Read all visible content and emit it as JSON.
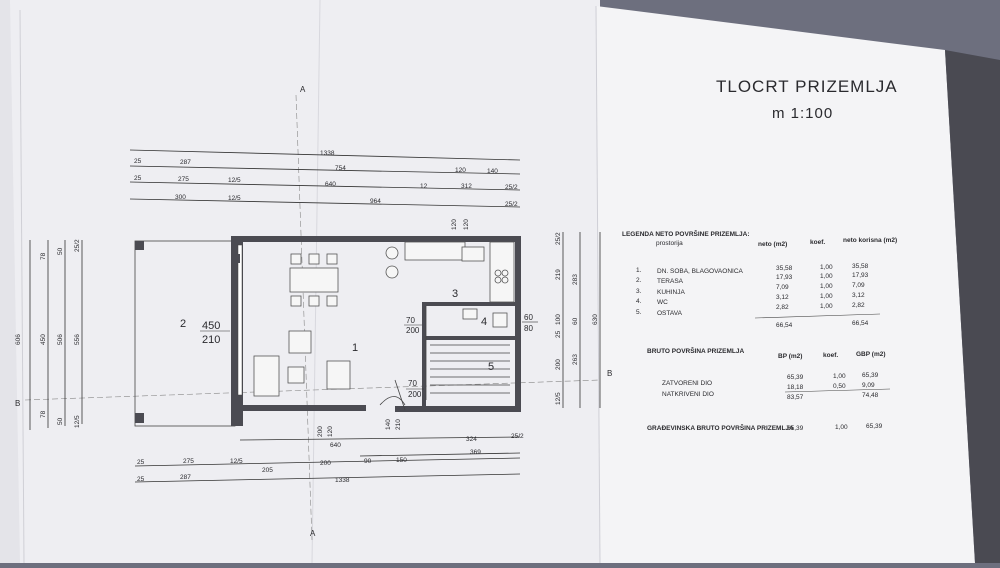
{
  "drawing": {
    "title": "TLOCRT PRIZEMLJA",
    "scale": "m 1:100",
    "section_marks": {
      "a_top": "A",
      "a_bottom": "A",
      "b_left": "B",
      "b_right": "B"
    },
    "top_dims": {
      "row1": [
        "1338"
      ],
      "row2": [
        "25",
        "287",
        "754",
        "120",
        "140"
      ],
      "row3": [
        "25",
        "275",
        "12/5",
        "640",
        "12",
        "312",
        "25/2"
      ],
      "row4": [
        "300",
        "12/5",
        "964",
        "25/2"
      ],
      "right_top": [
        "120",
        "120"
      ]
    },
    "bottom_dims": {
      "row1": [
        "640",
        "324",
        "25/2"
      ],
      "row2": [
        "369"
      ],
      "row3": [
        "25",
        "275",
        "12/5",
        "205",
        "200",
        "90",
        "150"
      ],
      "row4": [
        "25",
        "287",
        "1338"
      ],
      "door_labels": [
        "200",
        "120",
        "140",
        "210"
      ]
    },
    "left_dims": [
      "606",
      "450",
      "506",
      "556",
      "78",
      "50",
      "25/2",
      "78",
      "50",
      "12/5"
    ],
    "right_dims": [
      "25/2",
      "219",
      "283",
      "630",
      "25",
      "100",
      "60",
      "200",
      "263",
      "12/5"
    ],
    "rooms": [
      {
        "num": "1",
        "dims": []
      },
      {
        "num": "2",
        "dims": [
          "450",
          "210"
        ]
      },
      {
        "num": "3",
        "dims": []
      },
      {
        "num": "4",
        "dims": [
          "60",
          "80"
        ]
      },
      {
        "num": "5",
        "dims": []
      }
    ],
    "openings": [
      {
        "label": "70",
        "sub": "200"
      },
      {
        "label": "70",
        "sub": "200"
      }
    ]
  },
  "legend_neto": {
    "title": "LEGENDA NETO POVRŠINE PRIZEMLJA:",
    "headers": [
      "prostorija",
      "neto (m2)",
      "koef.",
      "neto korisna (m2)"
    ],
    "rows": [
      {
        "no": "1.",
        "name": "DN. SOBA, BLAGOVAONICA",
        "neto": "35,58",
        "koef": "1,00",
        "korisna": "35,58"
      },
      {
        "no": "2.",
        "name": "TERASA",
        "neto": "17,93",
        "koef": "1,00",
        "korisna": "17,93"
      },
      {
        "no": "3.",
        "name": "KUHINJA",
        "neto": "7,09",
        "koef": "1,00",
        "korisna": "7,09"
      },
      {
        "no": "4.",
        "name": "WC",
        "neto": "3,12",
        "koef": "1,00",
        "korisna": "3,12"
      },
      {
        "no": "5.",
        "name": "OSTAVA",
        "neto": "2,82",
        "koef": "1,00",
        "korisna": "2,82"
      }
    ],
    "totals": {
      "neto": "66,54",
      "korisna": "66,54"
    }
  },
  "legend_bruto": {
    "title": "BRUTO POVRŠINA PRIZEMLJA",
    "headers": [
      "BP (m2)",
      "koef.",
      "GBP (m2)"
    ],
    "rows": [
      {
        "name": "ZATVORENI DIO",
        "bp": "65,39",
        "koef": "1,00",
        "gbp": "65,39"
      },
      {
        "name": "NATKRIVENI DIO",
        "bp": "18,18",
        "koef": "0,50",
        "gbp": "9,09"
      }
    ],
    "totals": {
      "bp": "83,57",
      "gbp": "74,48"
    }
  },
  "legend_gbp": {
    "title": "GRAĐEVINSKA BRUTO POVRŠINA PRIZEMLJA",
    "bp": "65,39",
    "koef": "1,00",
    "gbp": "65,39"
  }
}
